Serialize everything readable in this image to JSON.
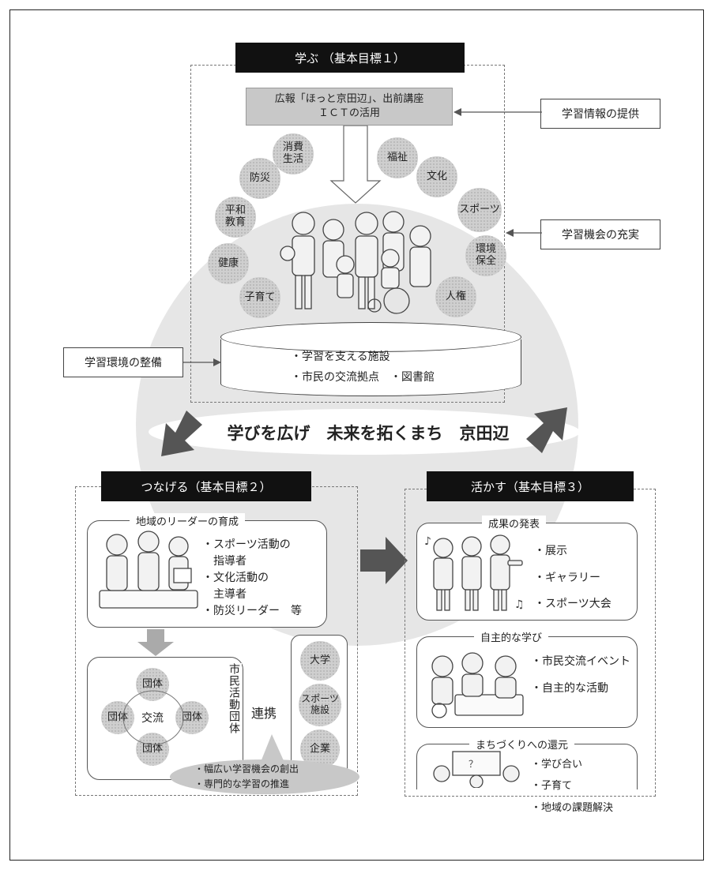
{
  "title": "学ぶ （基本目標１）",
  "top_info": "広報「ほっと京田辺」、出前講座\nＩＣＴの活用",
  "callouts": {
    "info": "学習情報の提供",
    "opportunity": "学習機会の充実",
    "environment": "学習環境の整備"
  },
  "topics": [
    "消費\n生活",
    "防災",
    "平和\n教育",
    "健康",
    "子育て",
    "福祉",
    "文化",
    "スポーツ",
    "環境\n保全",
    "人権"
  ],
  "facilities": {
    "line1": "・学習を支える施設",
    "line2": "・市民の交流拠点　・図書館"
  },
  "slogan": "学びを広げ　未来を拓くまち　京田辺",
  "connect": {
    "title": "つなげる（基本目標２）",
    "leader_title": "地域のリーダーの育成",
    "leader_list": "・スポーツ活動の\n　指導者\n・文化活動の\n　主導者\n・防災リーダー　等",
    "groups": [
      "団体",
      "団体",
      "団体",
      "団体"
    ],
    "center": "交流",
    "vertical_label": "市民活動団体",
    "link_label": "連携",
    "partners": [
      "大学",
      "スポーツ\n施設",
      "企業"
    ],
    "bubble": "・幅広い学習機会の創出\n・専門的な学習の推進"
  },
  "utilize": {
    "title": "活かす（基本目標３）",
    "box1_title": "成果の発表",
    "box1_list": "・展示\n\n・ギャラリー\n\n・スポーツ大会",
    "box2_title": "自主的な学び",
    "box2_list": "・市民交流イベント\n\n・自主的な活動",
    "box3_title": "まちづくりへの還元",
    "box3_list": "・学び合い\n\n・子育て\n\n・地域の課題解決"
  }
}
